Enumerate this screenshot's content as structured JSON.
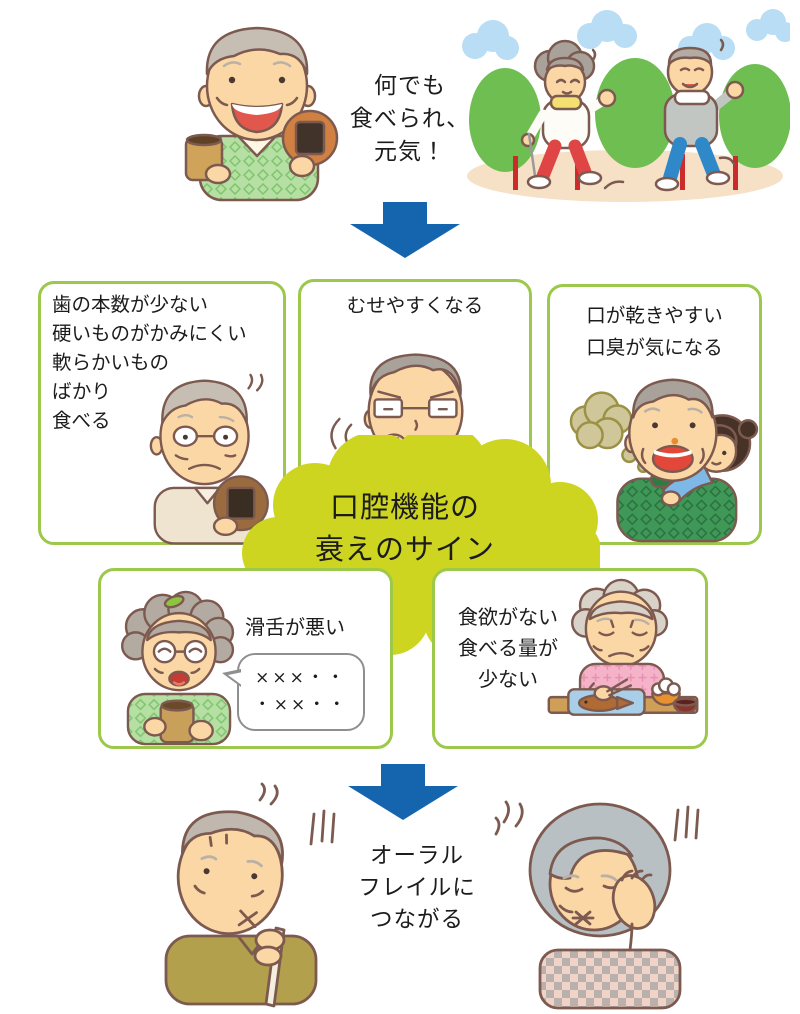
{
  "healthy_state": {
    "caption_lines": [
      "何でも",
      "食べられ、",
      "元気！"
    ],
    "illustrations": [
      "happy-man-eating",
      "walking-couple"
    ]
  },
  "center_label": {
    "lines": [
      "口腔機能の",
      "衰えのサイン"
    ]
  },
  "signs": [
    {
      "name": "few-teeth",
      "lines": [
        "歯の本数が少ない",
        "硬いものがかみにくい",
        "軟らかいもの",
        "ばかり",
        "食べる"
      ],
      "illustration": "worried-man-with-cracker"
    },
    {
      "name": "choking",
      "lines": [
        "むせやすくなる"
      ],
      "illustration": "man-coughing-while-drinking"
    },
    {
      "name": "dry-mouth-bad-breath",
      "lines": [
        "口が乾きやすい",
        "口臭が気になる"
      ],
      "illustration": "man-with-grandchild-bad-breath"
    },
    {
      "name": "poor-articulation",
      "lines": [
        "滑舌が悪い"
      ],
      "speech_bubble": [
        "×××・・",
        "・××・・"
      ],
      "illustration": "woman-mumbling-with-cup"
    },
    {
      "name": "low-appetite",
      "lines": [
        "食欲がない",
        "食べる量が",
        "少ない"
      ],
      "illustration": "woman-small-meal"
    }
  ],
  "outcome": {
    "caption_lines": [
      "オーラル",
      "フレイルに",
      "つながる"
    ],
    "illustrations": [
      "sad-man-with-cane",
      "sad-woman-hand-on-cheek"
    ]
  },
  "colors": {
    "box_border": "#9cc84b",
    "cloud_fill": "#cdd521",
    "arrow_blue": "#1565ae",
    "text": "#1c1c1c",
    "background": "#ffffff"
  }
}
